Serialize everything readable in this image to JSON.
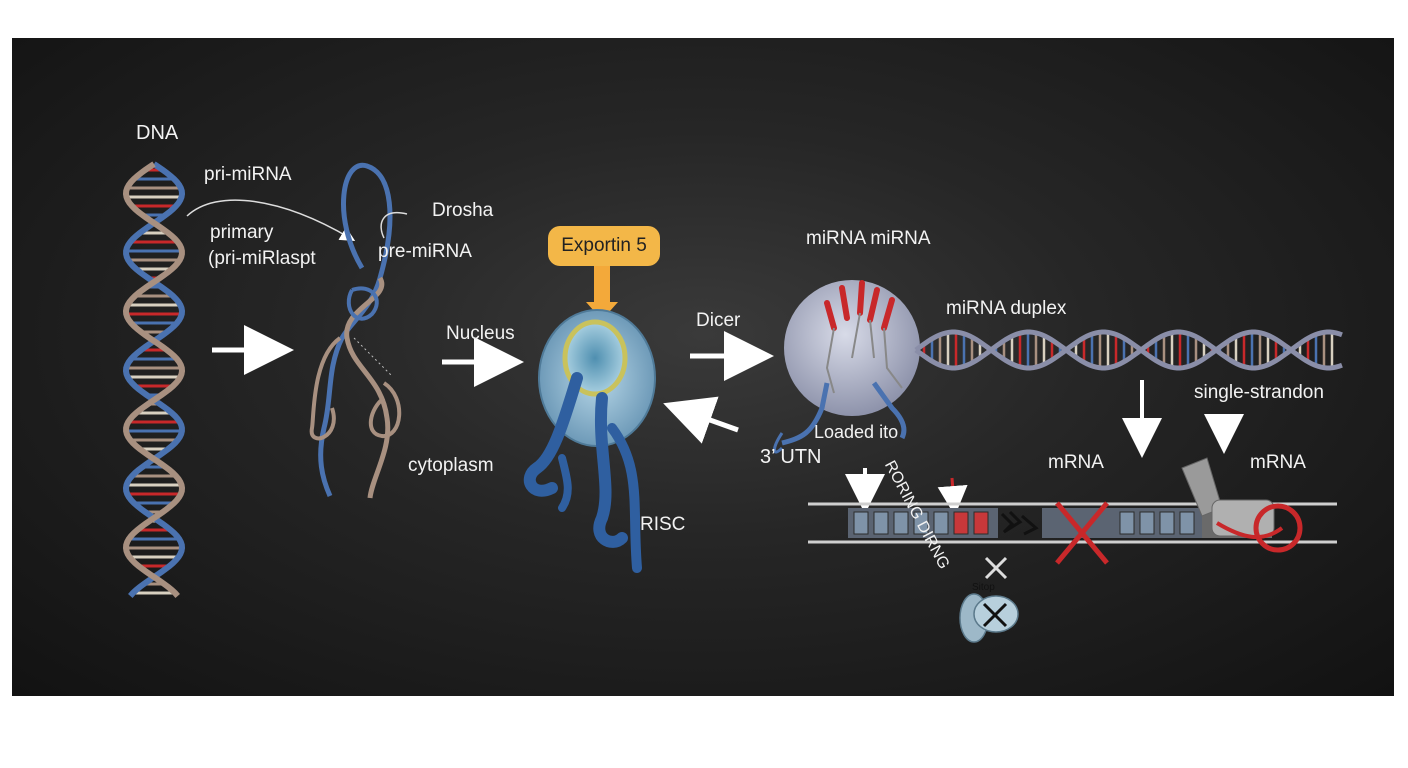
{
  "labels": {
    "dna": "DNA",
    "pri_mirna": "pri-miRNA",
    "primary_line1": "primary",
    "primary_line2": "(pri-miRlaspt",
    "drosha": "Drosha",
    "pre_mirna": "pre-miRNA",
    "cytoplasm": "cytoplasm",
    "nucleus": "Nucleus",
    "exportin": "Exportin 5",
    "risc": "RISC",
    "dicer": "Dicer",
    "mirna_mirna": "miRNA miRNA",
    "mirna_duplex": "miRNA duplex",
    "single_strand": "single-strandon",
    "loaded_into": "Loaded ito",
    "utn": "3’ UTN",
    "rotated_label": "RORING DIRNG",
    "mrna_1": "mRNA",
    "mrna_2": "mRNA",
    "stop": "Sitop"
  },
  "colors": {
    "background": "#1c1c1c",
    "strand_blue": "#4a72b0",
    "strand_tan": "#a89080",
    "exportin": "#f3b748",
    "red": "#c8282a",
    "text": "#f2f2f2"
  }
}
